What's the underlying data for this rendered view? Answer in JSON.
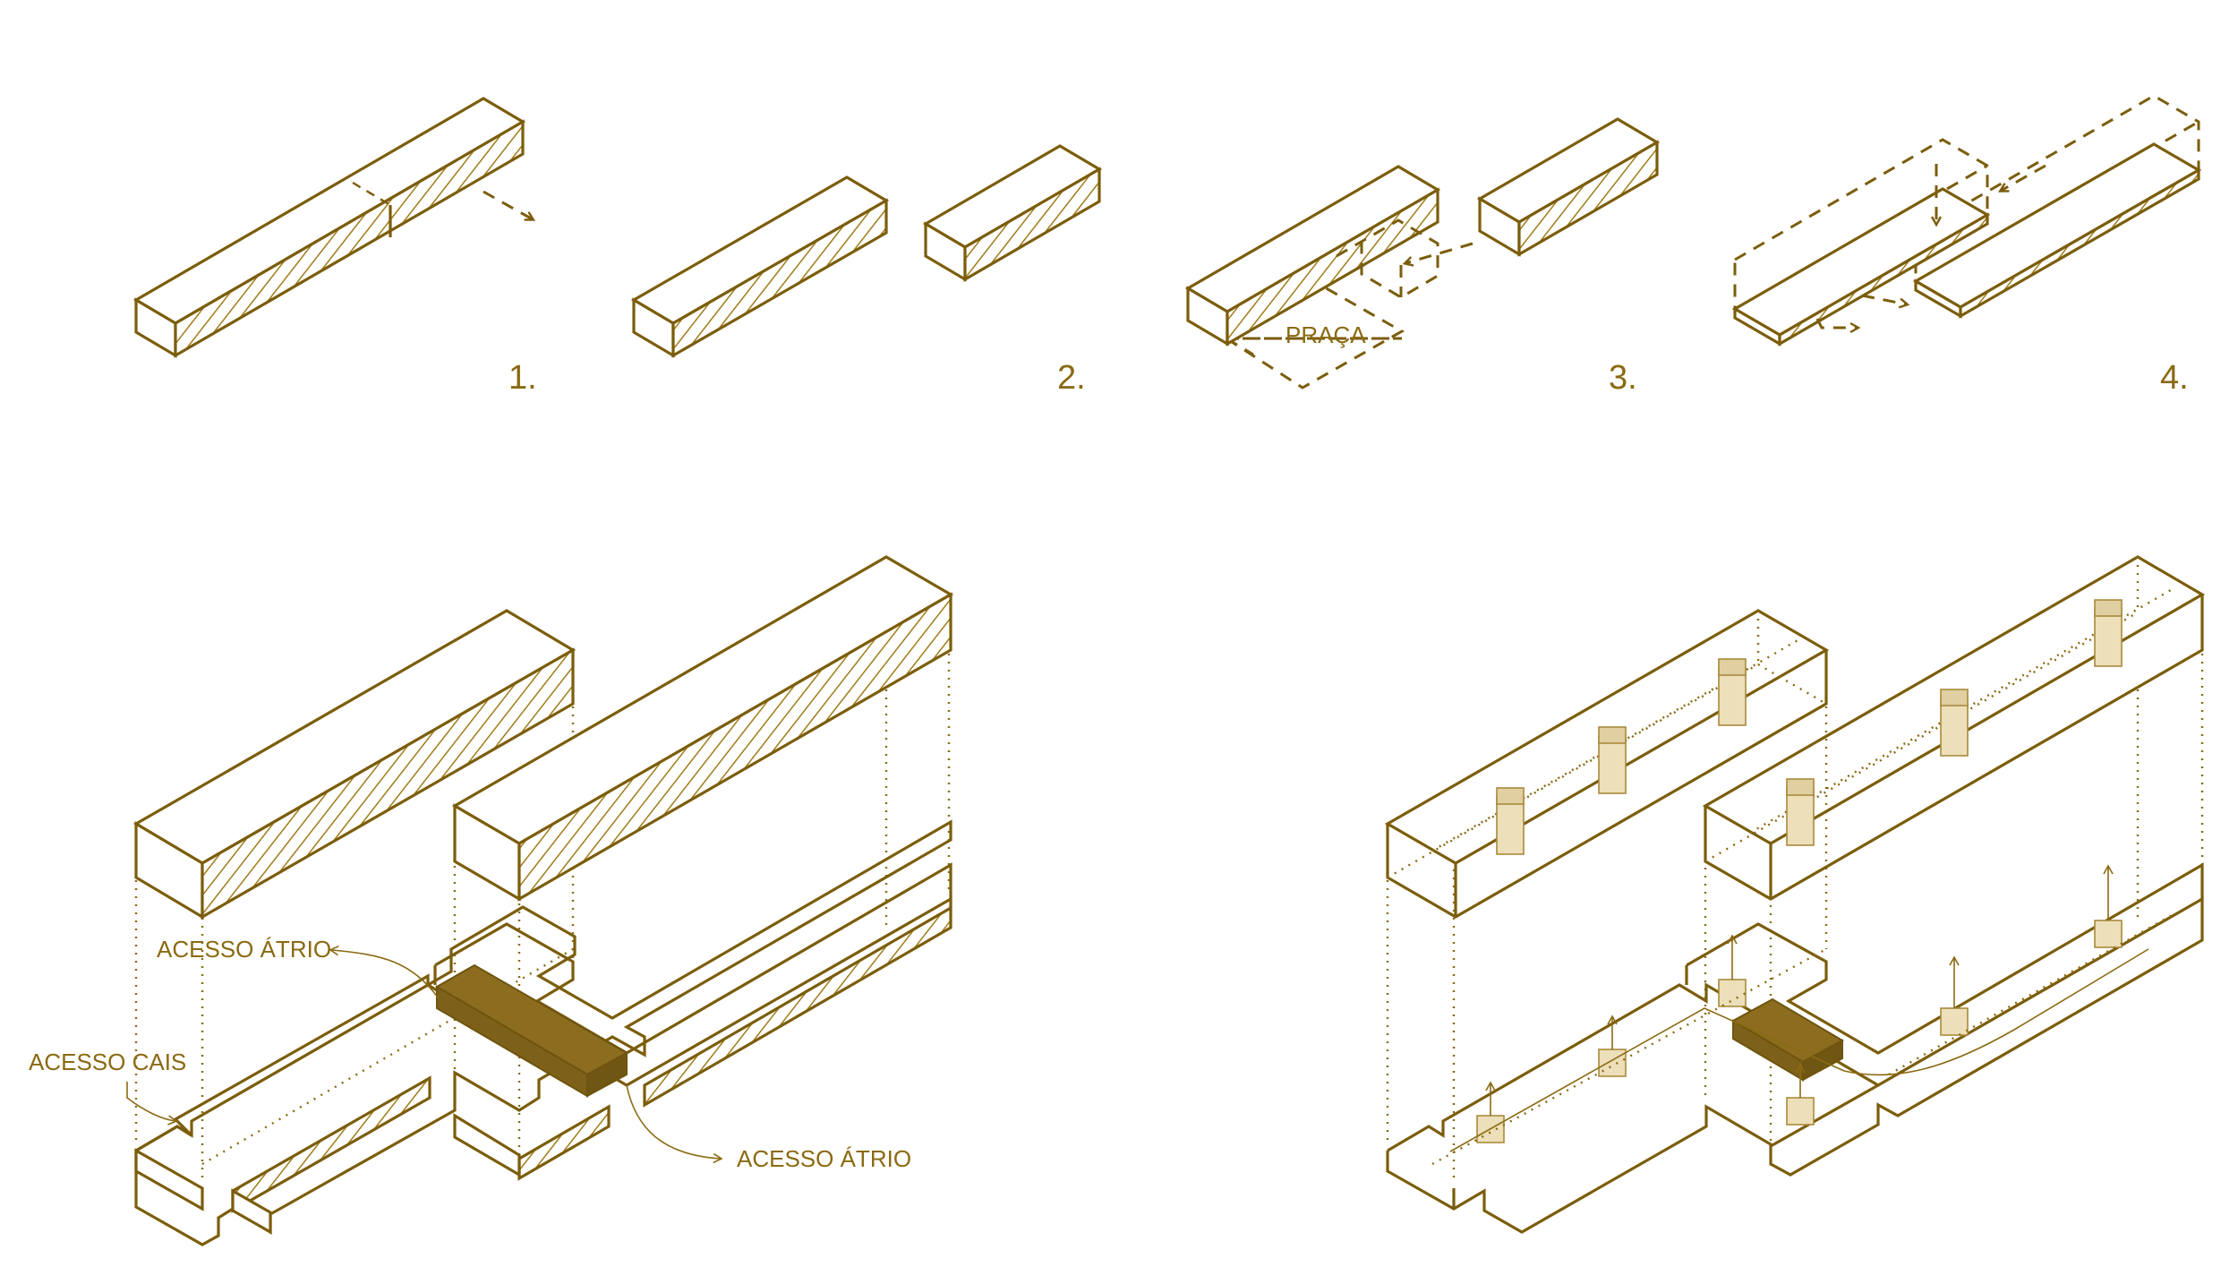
{
  "steps": {
    "step1": "1.",
    "step2": "2.",
    "step3": "3.",
    "step4": "4."
  },
  "labels": {
    "praca": "PRAÇA",
    "acesso_atrio_top": "ACESSO ÁTRIO",
    "acesso_cais": "ACESSO CAIS",
    "acesso_atrio_bottom": "ACESSO ÁTRIO"
  },
  "colors": {
    "line": "#7b5d0b",
    "text": "#8a6a12",
    "atrium_fill": "#8c6d1f",
    "core_fill": "#ecdfb9"
  }
}
